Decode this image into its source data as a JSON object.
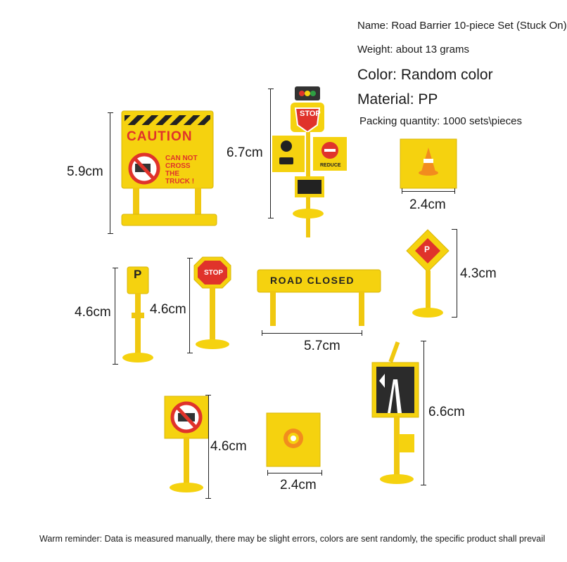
{
  "specs": {
    "name": "Name: Road Barrier 10-piece Set (Stuck On)",
    "weight": "Weight: about 13 grams",
    "color": "Color: Random color",
    "material": "Material: PP",
    "packing": "Packing quantity: 1000 sets\\pieces"
  },
  "signs": {
    "caution_title": "CAUTION",
    "caution_text": [
      "CAN NOT",
      "CROSS",
      "THE",
      "TRUCK !"
    ],
    "stop": "STOP",
    "reduce": "REDUCE",
    "parking": "P",
    "road_closed": "ROAD CLOSED"
  },
  "dimensions": {
    "caution_height": "5.9cm",
    "signal_post_height": "6.7cm",
    "cone_block_top_width": "2.4cm",
    "parking_diamond_height": "4.3cm",
    "parking_post_height": "4.6cm",
    "stop_post_height": "4.6cm",
    "road_closed_width": "5.7cm",
    "highway_sign_height": "6.6cm",
    "no_truck_post_height": "4.6cm",
    "cone_block_bottom_width": "2.4cm"
  },
  "footer": "Warm reminder: Data is measured manually, there may be slight errors, colors are sent randomly, the specific product shall prevail",
  "colors": {
    "plastic_yellow": "#F5D20F",
    "sign_red": "#E0332B",
    "accent_orange": "#F28C1E"
  }
}
